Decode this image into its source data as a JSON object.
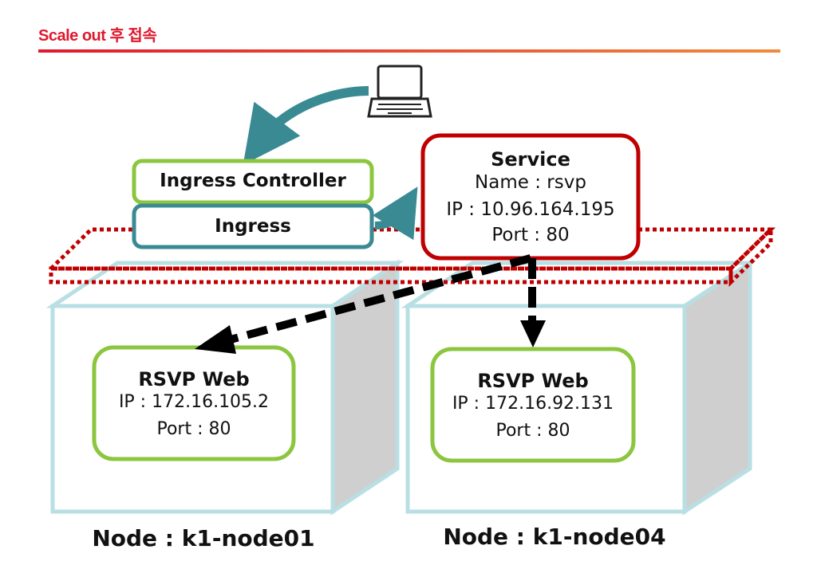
{
  "title": "Scale out 후 접속",
  "client": {
    "icon": "laptop-icon"
  },
  "ingress_controller": {
    "label": "Ingress Controller"
  },
  "ingress": {
    "label": "Ingress"
  },
  "service": {
    "title": "Service",
    "name_line": "Name : rsvp",
    "ip_line": "IP : 10.96.164.195",
    "port_line": "Port : 80"
  },
  "nodes": [
    {
      "label": "Node : k1-node01",
      "pod": {
        "title": "RSVP Web",
        "ip_line": "IP : 172.16.105.2",
        "port_line": "Port : 80"
      }
    },
    {
      "label": "Node : k1-node04",
      "pod": {
        "title": "RSVP Web",
        "ip_line": "IP : 172.16.92.131",
        "port_line": "Port : 80"
      }
    }
  ],
  "colors": {
    "title": "#e0182d",
    "green_border": "#8cc63f",
    "teal": "#3a8a94",
    "service_border": "#c00000",
    "node_frame": "#b8dfe3",
    "node_side": "#cfcfcf",
    "dotted_plane": "#c00000"
  }
}
